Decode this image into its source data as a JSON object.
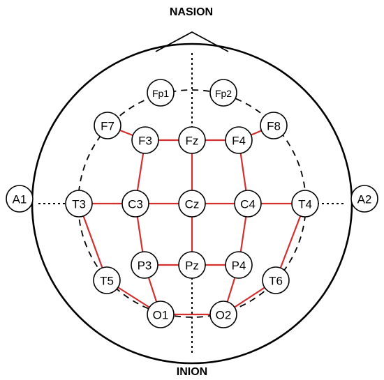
{
  "landmarks": {
    "top": "NASION",
    "bottom": "INION"
  },
  "electrodes": {
    "A1": "A1",
    "A2": "A2",
    "Fp1": "Fp1",
    "Fp2": "Fp2",
    "F7": "F7",
    "F3": "F3",
    "Fz": "Fz",
    "F4": "F4",
    "F8": "F8",
    "T3": "T3",
    "C3": "C3",
    "Cz": "Cz",
    "C4": "C4",
    "T4": "T4",
    "T5": "T5",
    "P3": "P3",
    "Pz": "Pz",
    "P4": "P4",
    "T6": "T6",
    "O1": "O1",
    "O2": "O2"
  },
  "connections": [
    [
      "F7",
      "F3"
    ],
    [
      "F3",
      "Fz"
    ],
    [
      "Fz",
      "F4"
    ],
    [
      "F4",
      "F8"
    ],
    [
      "F3",
      "C3"
    ],
    [
      "Fz",
      "Cz"
    ],
    [
      "F4",
      "C4"
    ],
    [
      "T3",
      "C3"
    ],
    [
      "C3",
      "Cz"
    ],
    [
      "Cz",
      "C4"
    ],
    [
      "C4",
      "T4"
    ],
    [
      "T3",
      "T5"
    ],
    [
      "C3",
      "P3"
    ],
    [
      "Cz",
      "Pz"
    ],
    [
      "C4",
      "P4"
    ],
    [
      "T4",
      "T6"
    ],
    [
      "P3",
      "Pz"
    ],
    [
      "Pz",
      "P4"
    ],
    [
      "T5",
      "O1"
    ],
    [
      "P3",
      "O1"
    ],
    [
      "P4",
      "O2"
    ],
    [
      "T6",
      "O2"
    ],
    [
      "O1",
      "O2"
    ]
  ],
  "colors": {
    "connection": "#d32f2f",
    "outline": "#000000"
  }
}
